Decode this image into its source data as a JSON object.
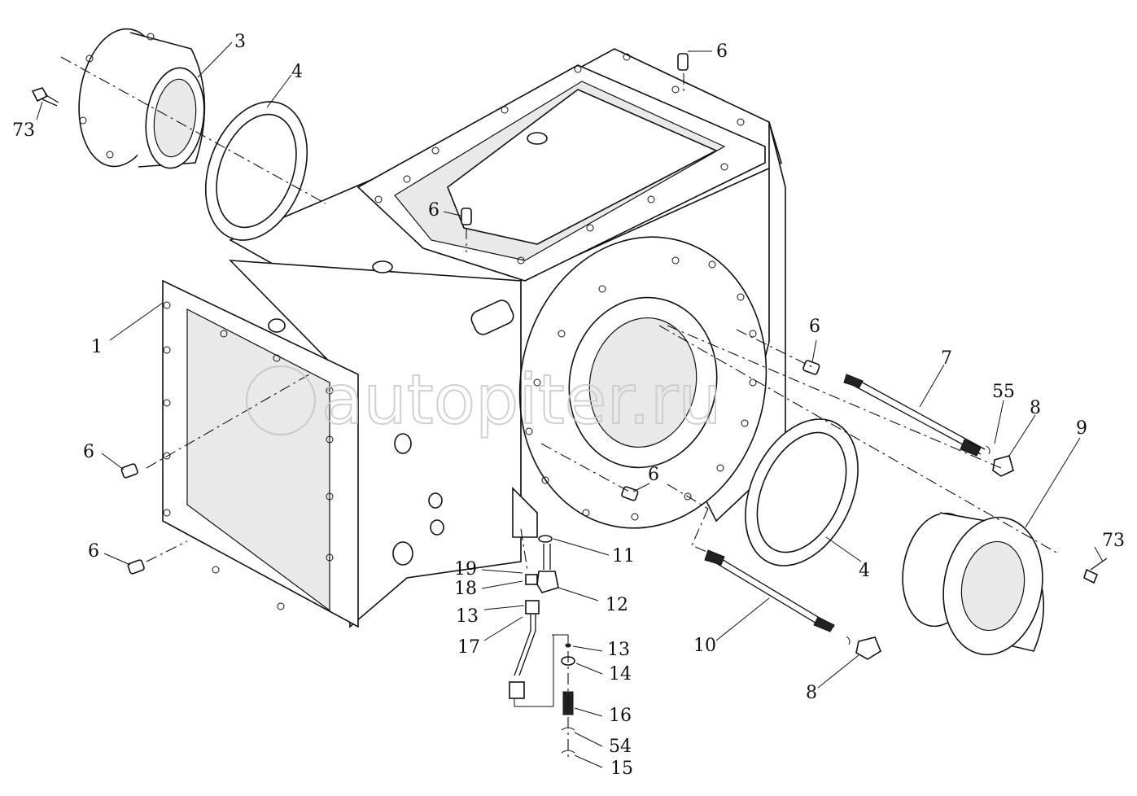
{
  "watermark": {
    "text": "autopiter.ru"
  },
  "callouts": [
    {
      "id": "c-3",
      "label": "3"
    },
    {
      "id": "c-4a",
      "label": "4"
    },
    {
      "id": "c-73a",
      "label": "73"
    },
    {
      "id": "c-6a",
      "label": "6"
    },
    {
      "id": "c-6b",
      "label": "6"
    },
    {
      "id": "c-1",
      "label": "1"
    },
    {
      "id": "c-6c",
      "label": "6"
    },
    {
      "id": "c-7",
      "label": "7"
    },
    {
      "id": "c-55",
      "label": "55"
    },
    {
      "id": "c-8a",
      "label": "8"
    },
    {
      "id": "c-9",
      "label": "9"
    },
    {
      "id": "c-6d",
      "label": "6"
    },
    {
      "id": "c-6e",
      "label": "6"
    },
    {
      "id": "c-6f",
      "label": "6"
    },
    {
      "id": "c-11",
      "label": "11"
    },
    {
      "id": "c-19",
      "label": "19"
    },
    {
      "id": "c-18",
      "label": "18"
    },
    {
      "id": "c-13a",
      "label": "13"
    },
    {
      "id": "c-12",
      "label": "12"
    },
    {
      "id": "c-17",
      "label": "17"
    },
    {
      "id": "c-13b",
      "label": "13"
    },
    {
      "id": "c-14",
      "label": "14"
    },
    {
      "id": "c-16",
      "label": "16"
    },
    {
      "id": "c-54",
      "label": "54"
    },
    {
      "id": "c-15",
      "label": "15"
    },
    {
      "id": "c-4b",
      "label": "4"
    },
    {
      "id": "c-73b",
      "label": "73"
    },
    {
      "id": "c-10",
      "label": "10"
    },
    {
      "id": "c-8b",
      "label": "8"
    }
  ]
}
